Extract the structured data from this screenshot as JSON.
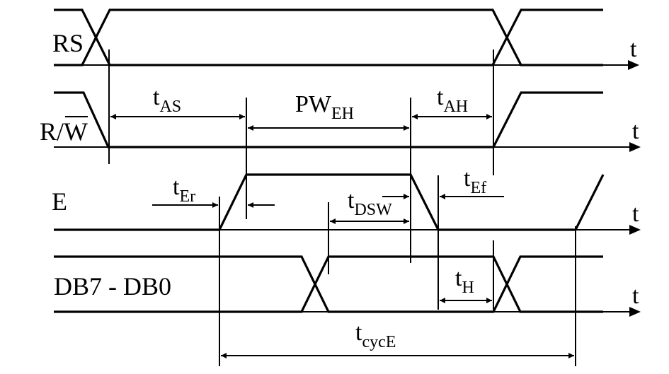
{
  "signals": {
    "rs": "RS",
    "rw_r": "R/",
    "rw_w": "W",
    "e": "E",
    "db": "DB7 - DB0"
  },
  "axis_label": "t",
  "timings": {
    "tas": {
      "main": "t",
      "sub": "AS"
    },
    "pweh": {
      "main": "PW",
      "sub": "EH"
    },
    "tah": {
      "main": "t",
      "sub": "AH"
    },
    "ter": {
      "main": "t",
      "sub": "Er"
    },
    "tef": {
      "main": "t",
      "sub": "Ef"
    },
    "tdsw": {
      "main": "t",
      "sub": "DSW"
    },
    "th": {
      "main": "t",
      "sub": "H"
    },
    "tcyce": {
      "main": "t",
      "sub": "cycE"
    }
  }
}
